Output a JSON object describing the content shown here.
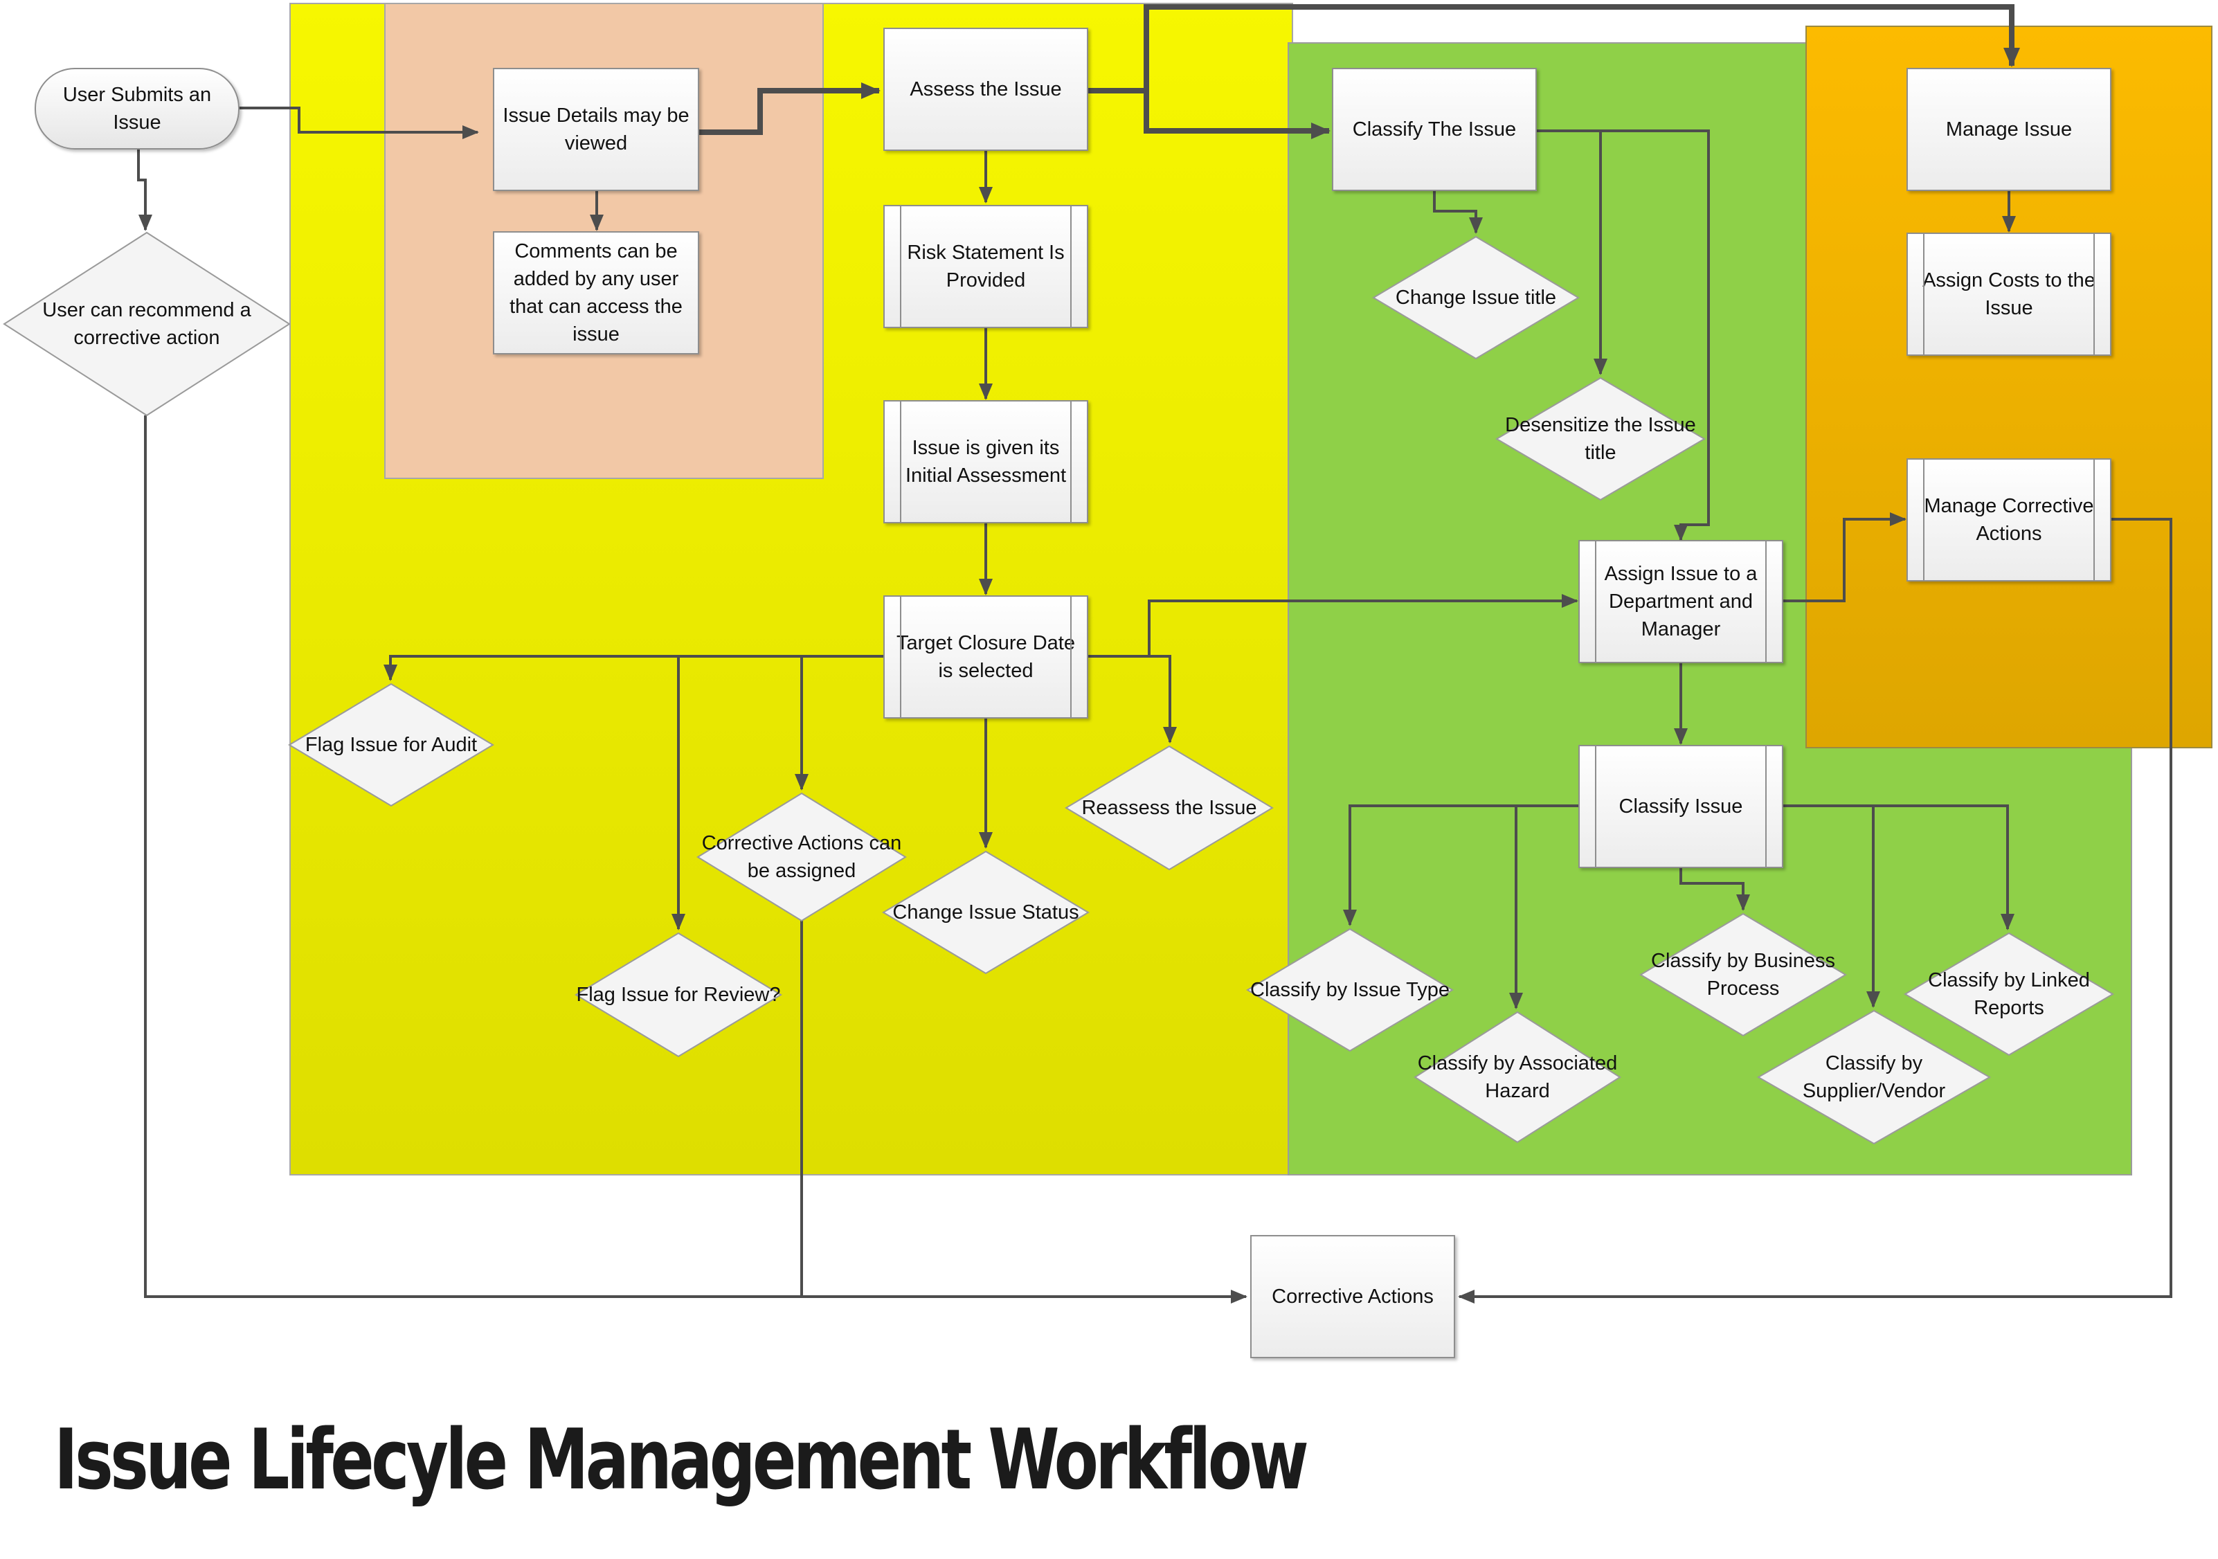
{
  "title": "Issue Lifecyle Management Workflow",
  "colors": {
    "yellow_lane": "#f2f200",
    "green_lane": "#8fd048",
    "peach_lane": "#f2c8a6",
    "orange_lane": "#fbb900",
    "connector": "#4d4d4d"
  },
  "nodes": {
    "user_submits": "User Submits an Issue",
    "user_recommend": "User can recommend a corrective action",
    "issue_details": "Issue Details may be viewed",
    "comments": "Comments can be added by any user that can access the issue",
    "assess": "Assess the Issue",
    "risk_statement": "Risk Statement Is Provided",
    "initial_assessment": "Issue is given its Initial Assessment",
    "target_closure": "Target Closure Date is selected",
    "flag_audit": "Flag Issue for Audit",
    "flag_review": "Flag Issue for Review?",
    "corrective_assigned": "Corrective Actions can be assigned",
    "change_status": "Change Issue Status",
    "reassess": "Reassess the Issue",
    "classify_the_issue": "Classify The Issue",
    "change_title": "Change Issue title",
    "desensitize": "Desensitize the Issue title",
    "assign_dept": "Assign Issue to a Department and Manager",
    "classify_issue": "Classify Issue",
    "by_type": "Classify by Issue Type",
    "by_hazard": "Classify by Associated Hazard",
    "by_process": "Classify by Business Process",
    "by_supplier": "Classify by Supplier/Vendor",
    "by_reports": "Classify by Linked Reports",
    "manage_issue": "Manage Issue",
    "assign_costs": "Assign Costs to the Issue",
    "manage_ca": "Manage Corrective Actions",
    "corrective_actions": "Corrective Actions"
  }
}
